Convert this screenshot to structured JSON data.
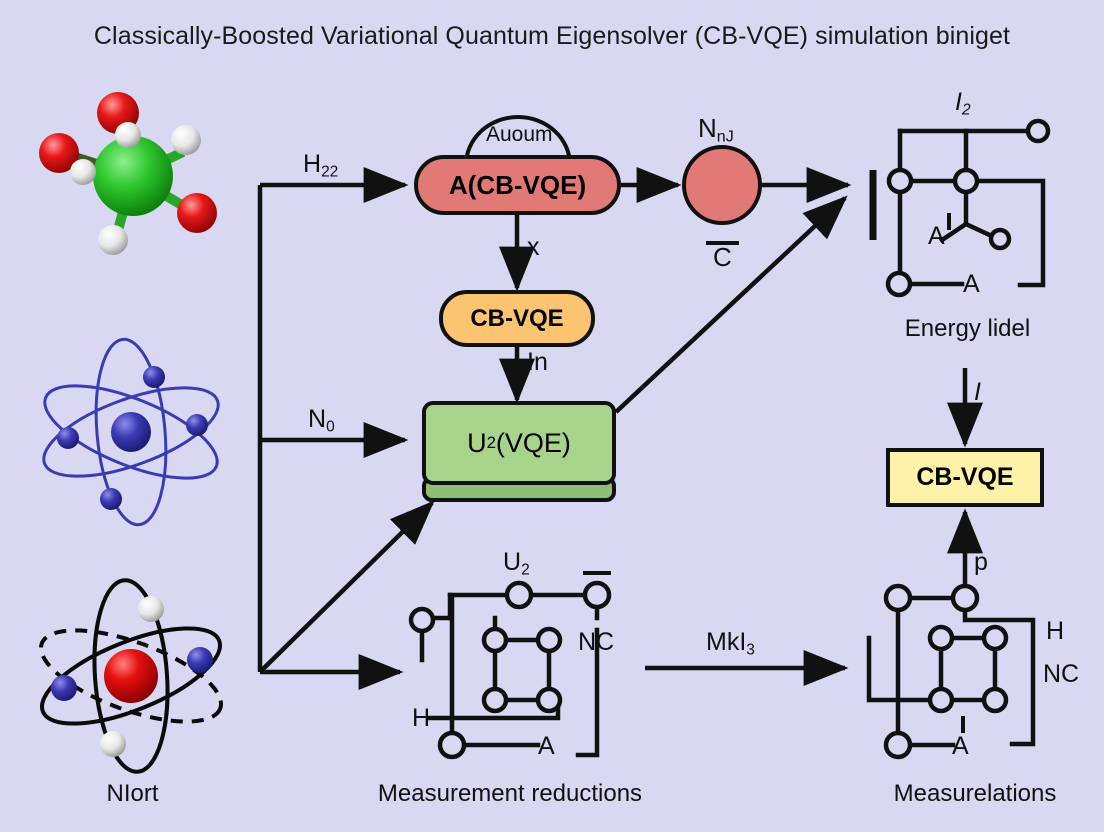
{
  "title": "Classically-Boosted Variational Quantum Eigensolver (CB-VQE) simulation biniget",
  "colors": {
    "background": "#d8d8f2",
    "red_node": "#e17a76",
    "orange_node": "#fbc470",
    "green_node": "#a7d48a",
    "green_node_shadow": "#8fbf72",
    "yellow_node": "#fdf2a8",
    "stroke": "#111111",
    "molecule_center": "#22b422",
    "oxygen": "#e01b1b",
    "hydrogen": "#f2f2f2",
    "atom_blue": "#3333aa",
    "nucleus_red": "#e01010"
  },
  "inputs": [
    {
      "name": "molecule-illustration",
      "caption": ""
    },
    {
      "name": "atom-blue-illustration",
      "caption": ""
    },
    {
      "name": "atom-red-illustration",
      "caption": "NIort"
    }
  ],
  "captions": {
    "left": "NIort",
    "center": "Measurement reductions",
    "right_top": "Energy lidel",
    "right_bottom": "Measurelations"
  },
  "nodes": {
    "hamiltonian": {
      "label": "A(CB-VQE)",
      "arc_label": "Auoum",
      "shape": "rounded-pill",
      "color": "#e17a76"
    },
    "ansatz": {
      "label": "CB-VQE",
      "shape": "rounded-pill",
      "color": "#fbc470"
    },
    "unitary": {
      "label": "U2 (VQE)",
      "base": "U",
      "subscript": "2",
      "tail": " (VQE)",
      "shape": "rect",
      "color": "#a7d48a"
    },
    "circle_node": {
      "label_top_base": "N",
      "label_top_sub": "nJ",
      "label_bottom": "C",
      "shape": "circle",
      "color": "#e17a76"
    },
    "result": {
      "label": "CB-VQE",
      "shape": "rect",
      "color": "#fdf2a8"
    }
  },
  "edges": {
    "h22": {
      "base": "H",
      "sub": "22"
    },
    "n0": {
      "base": "N",
      "sub": "0"
    },
    "x": "x",
    "in": "In",
    "mki3": {
      "base": "MkI",
      "sub": "3"
    },
    "i_down": "I",
    "p_up": "p"
  },
  "circuits": {
    "energy": {
      "name": "Energy lidel",
      "labels": {
        "top": "I2",
        "top_base": "I",
        "top_sub": "2",
        "mid": "A",
        "bottom": "A"
      }
    },
    "measurement_reductions": {
      "name": "Measurement reductions",
      "labels": {
        "top_base": "U",
        "top_sub": "2",
        "right": "NC",
        "left": "H",
        "bottom": "A"
      }
    },
    "measurelations": {
      "name": "Measurelations",
      "labels": {
        "right_top": "H",
        "right": "NC",
        "bottom": "A"
      }
    }
  }
}
